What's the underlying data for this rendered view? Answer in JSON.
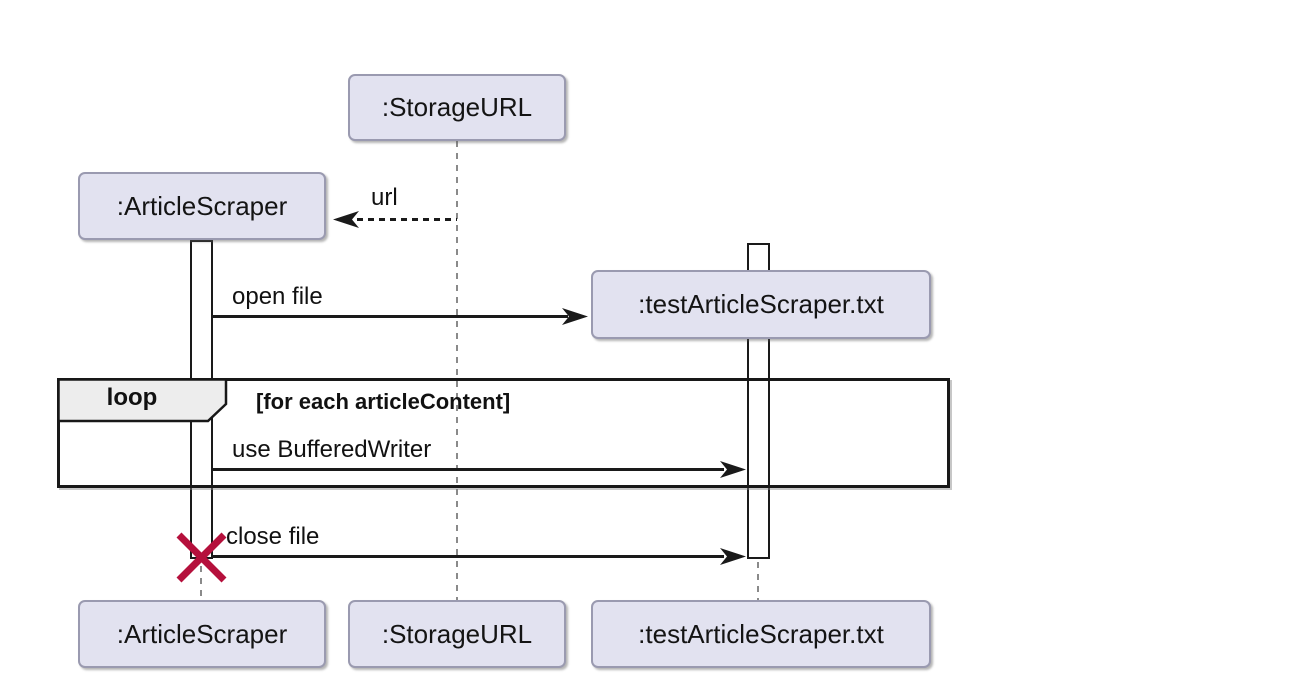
{
  "diagram_type": "uml-sequence",
  "colors": {
    "background": "#FFFFFF",
    "participant_fill": "#E2E2F0",
    "participant_border": "#9A9AB0",
    "lifeline": "#8A8A8A",
    "message_line": "#1A1A1A",
    "frame_border": "#181818",
    "pentagon_fill": "#EDEDED",
    "destroy_x": "#B5103C",
    "text": "#141414"
  },
  "participants": [
    {
      "id": "article-scraper",
      "label": ":ArticleScraper"
    },
    {
      "id": "storage-url",
      "label": ":StorageURL"
    },
    {
      "id": "test-article-scraper",
      "label": ":testArticleScraper.txt"
    }
  ],
  "messages": [
    {
      "from": ":StorageURL",
      "to": ":ArticleScraper",
      "label": "url",
      "style": "dashed",
      "direction": "left"
    },
    {
      "from": ":ArticleScraper",
      "to": ":testArticleScraper.txt",
      "label": "open file",
      "style": "solid",
      "direction": "right"
    },
    {
      "from": ":ArticleScraper",
      "to": ":testArticleScraper.txt",
      "label": "use BufferedWriter",
      "style": "solid",
      "direction": "right",
      "in_fragment": "loop"
    },
    {
      "from": ":ArticleScraper",
      "to": ":testArticleScraper.txt",
      "label": "close file",
      "style": "solid",
      "direction": "right"
    }
  ],
  "fragment": {
    "keyword": "loop",
    "condition": "[for each articleContent]"
  },
  "lifecycle": {
    "destroyed_participant": ":ArticleScraper"
  }
}
